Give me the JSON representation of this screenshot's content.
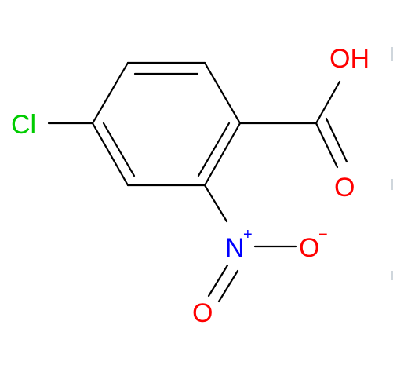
{
  "colors": {
    "bond": "#000000",
    "oxygen": "#ff0000",
    "nitrogen": "#0000ff",
    "chlorine": "#00cc00"
  },
  "atoms": {
    "chlorine": "Cl",
    "hydroxyl": "OH",
    "carbonyl_oxygen": "O",
    "nitro_nitrogen": "N",
    "nitro_nitrogen_charge": "+",
    "nitro_oxygen_single": "O",
    "nitro_oxygen_single_charge": "−",
    "nitro_oxygen_double": "O"
  }
}
